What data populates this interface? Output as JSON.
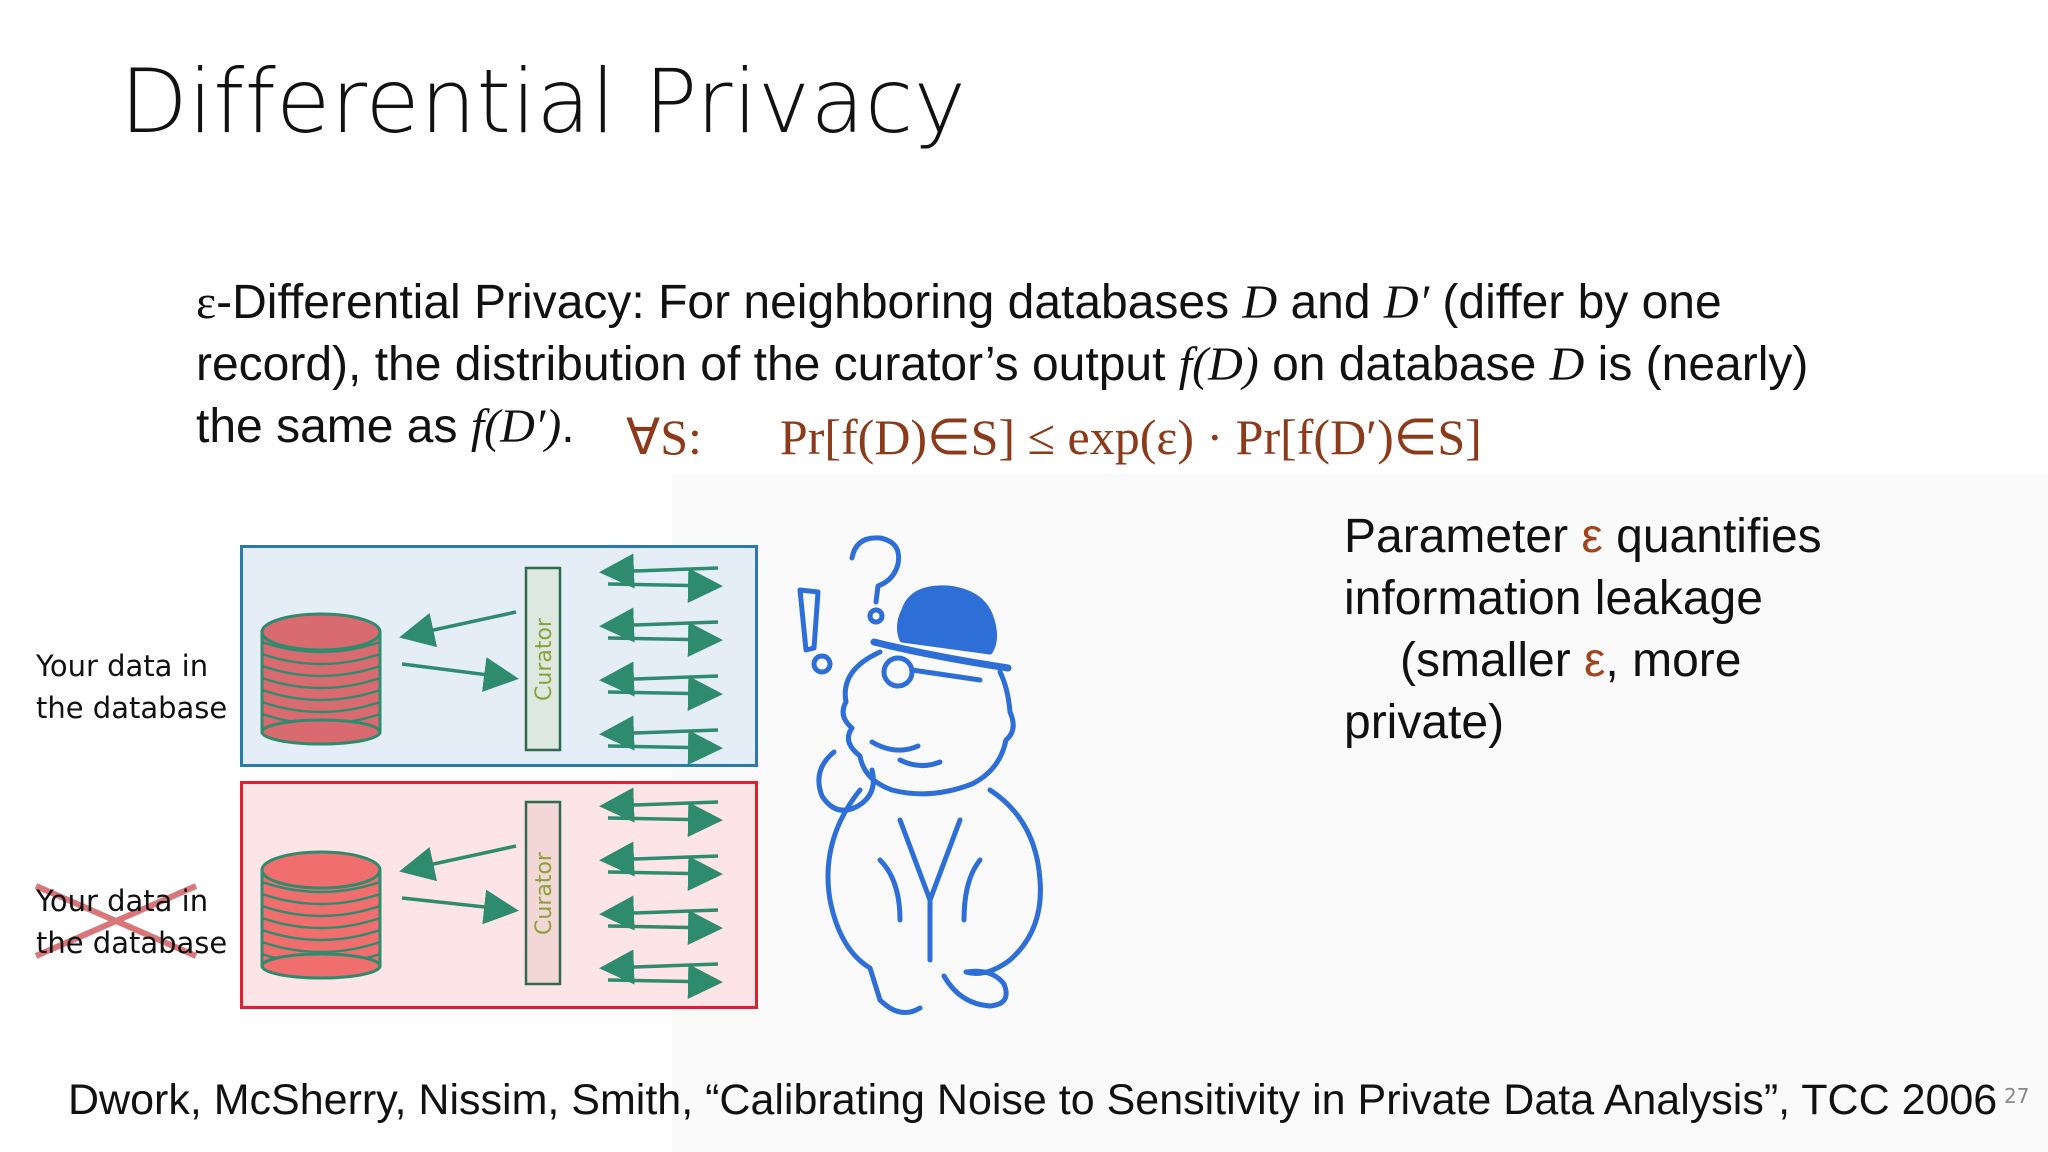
{
  "slide": {
    "title": "Differential Privacy",
    "page_number": "27"
  },
  "definition": {
    "eps_symbol": "ε",
    "lead": "-Differential Privacy: For neighboring databases ",
    "D": "D",
    "and": " and ",
    "Dprime": "D′",
    "paren1": " (differ by one",
    "line2_a": "record), the distribution of the curator’s output ",
    "fD": "f(D)",
    "line2_b": " on database ",
    "D2": "D",
    "line2_c": " is (nearly)",
    "line3_a": "the same as ",
    "fDprime": "f(D′)",
    "line3_b": "."
  },
  "formula": {
    "quantifier": "∀S:",
    "expression": "Pr[f(D)∈S] ≤ exp(ε) · Pr[f(D′)∈S]"
  },
  "parameter_note": {
    "line1_a": "Parameter ",
    "eps": "ε",
    "line1_b": " quantifies",
    "line2": "information leakage",
    "line3_a": "(smaller ",
    "line3_b": ", more",
    "line4": "private)"
  },
  "diagram": {
    "top_label_line1": "Your data in",
    "top_label_line2": "the database",
    "bottom_label_line1": "Your data in",
    "bottom_label_line2": "the database",
    "curator_top": "Curator",
    "curator_bottom": "Curator"
  },
  "citation": "Dwork, McSherry, Nissim, Smith, “Calibrating Noise to Sensitivity in Private Data Analysis”, TCC 2006",
  "colors": {
    "formula": "#8b3a1a",
    "epsilon_highlight": "#a0451c",
    "top_box_fill": "#e5eef7",
    "top_box_border": "#2a7ab0",
    "bottom_box_fill": "#fde4e6",
    "bottom_box_border": "#e02030",
    "arrow": "#2e8b6e",
    "detective_blue": "#2d6fd6"
  },
  "icons": [
    "database-icon",
    "detective-icon",
    "strikeout-cross-icon",
    "arrow-icon"
  ]
}
